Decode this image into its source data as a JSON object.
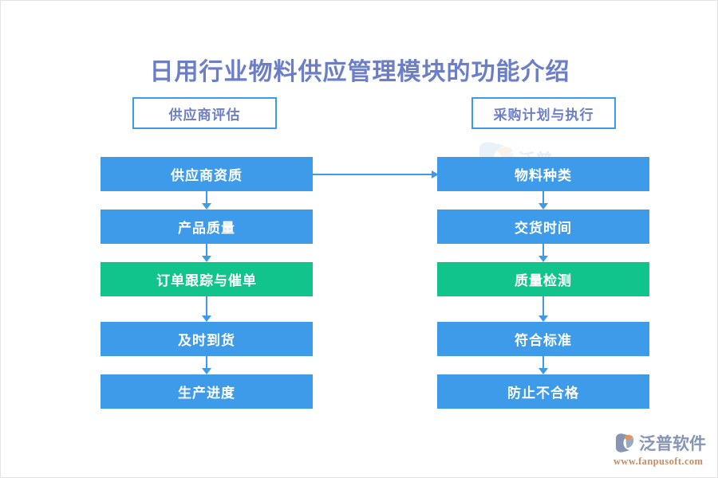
{
  "page": {
    "title": "日用行业物料供应管理模块的功能介绍",
    "background_color": "#ffffff",
    "title_color": "#6b7ec6"
  },
  "colors": {
    "blue": "#3d9be9",
    "green": "#10c48c",
    "title_purple": "#6b7ec6",
    "logo_gray": "#8795b5",
    "logo_orange": "#c98a62"
  },
  "headers": {
    "left": {
      "label": "供应商评估"
    },
    "right": {
      "label": "采购计划与执行"
    }
  },
  "columns": {
    "left": {
      "boxes": [
        {
          "label": "供应商资质",
          "color": "blue"
        },
        {
          "label": "产品质量",
          "color": "blue"
        },
        {
          "label": "订单跟踪与催单",
          "color": "green"
        },
        {
          "label": "及时到货",
          "color": "blue"
        },
        {
          "label": "生产进度",
          "color": "blue"
        }
      ]
    },
    "right": {
      "boxes": [
        {
          "label": "物料种类",
          "color": "blue"
        },
        {
          "label": "交货时间",
          "color": "blue"
        },
        {
          "label": "质量检测",
          "color": "green"
        },
        {
          "label": "符合标准",
          "color": "blue"
        },
        {
          "label": "防止不合格",
          "color": "blue"
        }
      ]
    }
  },
  "connectors": {
    "cross_arrow": {
      "from": "供应商资质",
      "to": "物料种类",
      "direction": "right"
    }
  },
  "logo": {
    "name": "泛普软件",
    "url": "www.fanpusoft.com",
    "mark": "fanpu-swoosh-icon"
  }
}
